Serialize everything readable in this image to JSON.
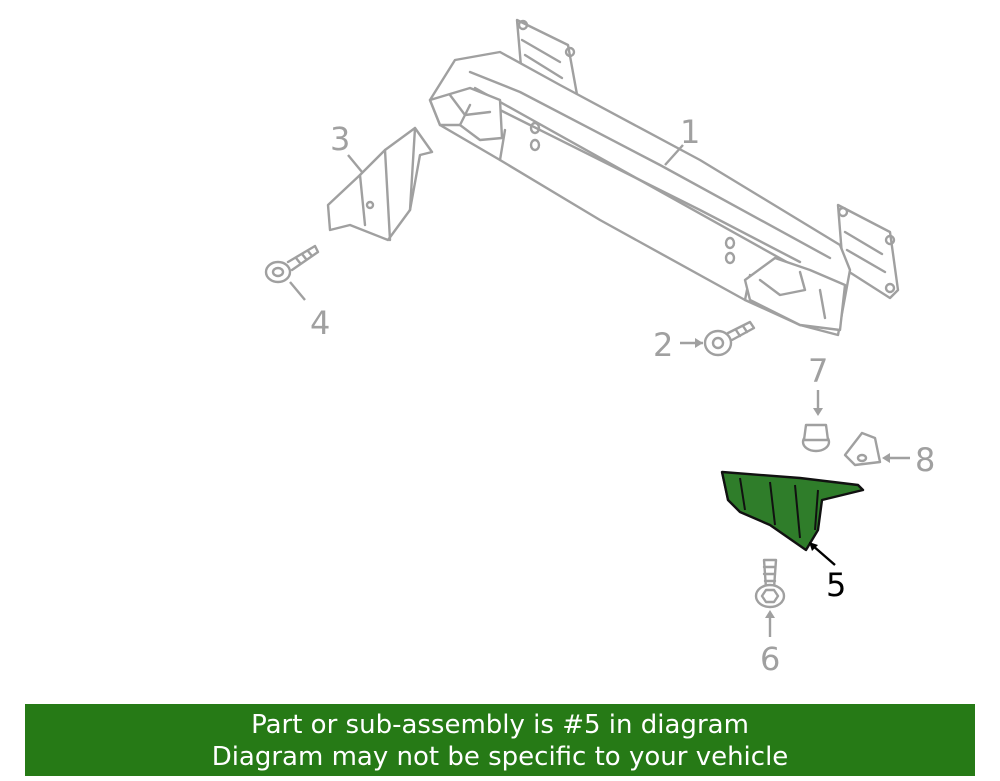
{
  "callouts": {
    "c1": "1",
    "c2": "2",
    "c3": "3",
    "c4": "4",
    "c5": "5",
    "c6": "6",
    "c7": "7",
    "c8": "8"
  },
  "highlight": {
    "callout": "5",
    "color": "#2f7d2a"
  },
  "banner": {
    "line1": "Part or sub-assembly is #5 in diagram",
    "line2": "Diagram may not be specific to your vehicle",
    "background": "#267a16",
    "text_color": "#ffffff"
  }
}
